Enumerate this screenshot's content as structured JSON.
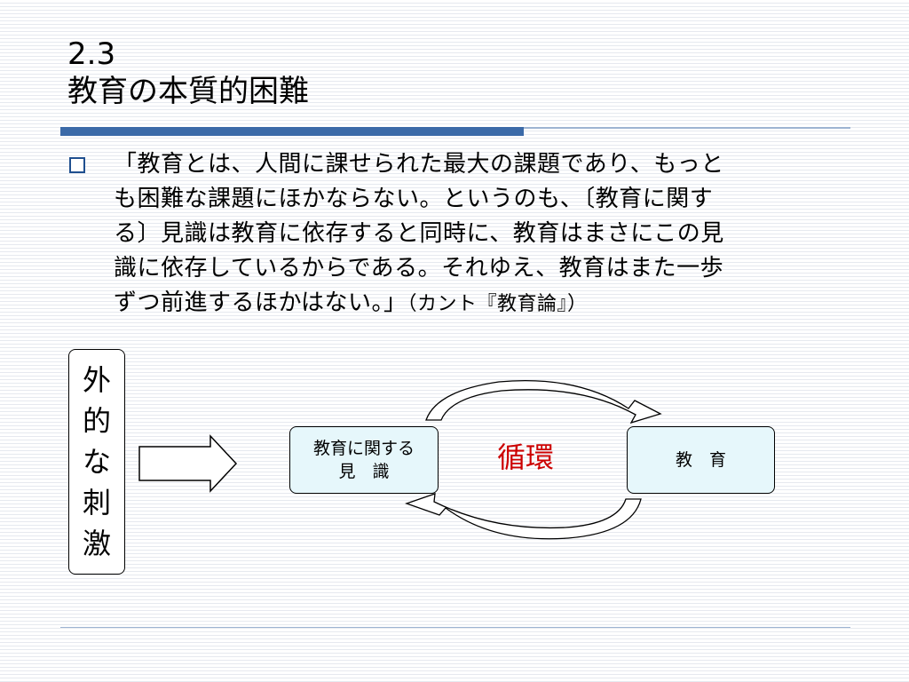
{
  "slide": {
    "title_number": "2.3",
    "title_text": "教育の本質的困難",
    "body_lines": [
      "「教育とは、人間に課せられた最大の課題であり、もっと",
      "も困難な課題にほかならない。というのも、〔教育に関す",
      "る〕見識は教育に依存すると同時に、教育はまさにこの見",
      "識に依存しているからである。それゆえ、教育はまた一歩",
      "ずつ前進するほかはない。」"
    ],
    "citation": "（カント『教育論』）"
  },
  "diagram": {
    "external_stimulus": [
      "外",
      "的",
      "な",
      "刺",
      "激"
    ],
    "left_node": {
      "line1": "教育に関する",
      "line2": "見　識"
    },
    "right_node": {
      "label": "教　育"
    },
    "cycle_label": "循環",
    "colors": {
      "node_fill": "#e6f7fb",
      "cycle_label": "#cc0000",
      "accent_bar": "#3b6aa8"
    }
  }
}
